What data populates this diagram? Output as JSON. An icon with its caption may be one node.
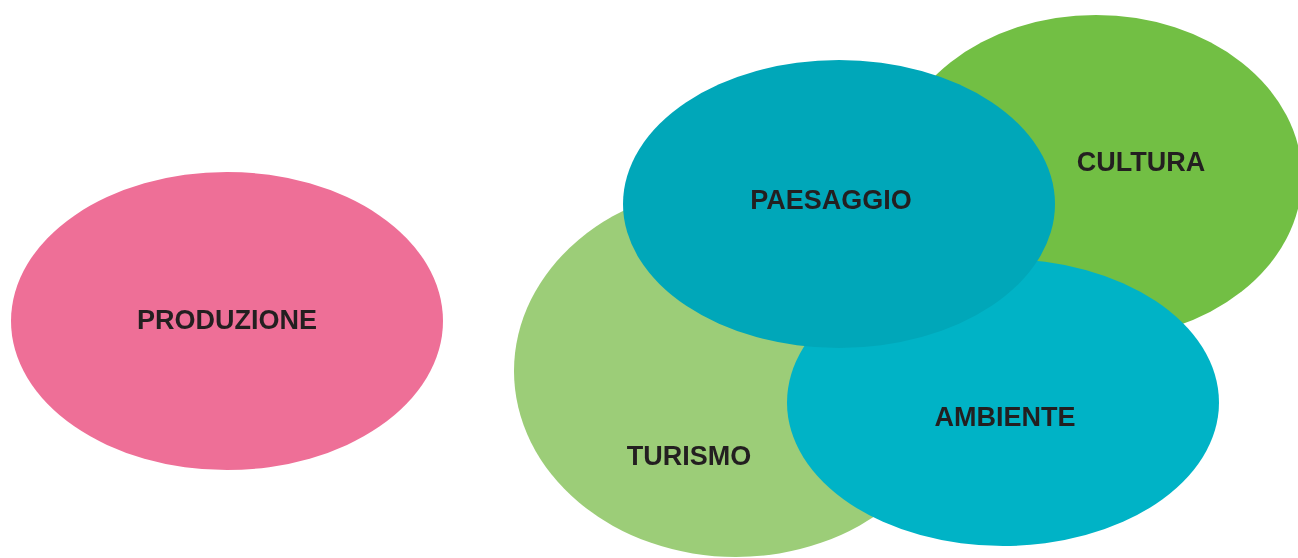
{
  "diagram": {
    "nodes": [
      {
        "text": [
          "PRODUZIONE"
        ]
      },
      {
        "text": [
          "CULTURA"
        ]
      },
      {
        "text": [
          "TURISMO"
        ]
      },
      {
        "text": [
          "AMBIENTE"
        ]
      },
      {
        "text": [
          "PAESAGGIO"
        ]
      }
    ]
  }
}
